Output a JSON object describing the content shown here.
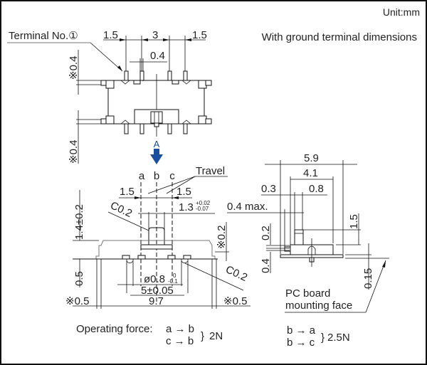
{
  "header": {
    "unit": "Unit:mm",
    "subtitle": "With ground terminal dimensions"
  },
  "top_view": {
    "terminal_label": "Terminal No.①",
    "dims": {
      "left_pitch": "1.5",
      "center_pitch": "3",
      "right_pitch": "1.5",
      "terminal_width": "0.4",
      "top_offset": "※0.4",
      "bottom_offset": "※0.4"
    }
  },
  "view_arrow": {
    "label": "A",
    "color": "#1a4fa0"
  },
  "front_view": {
    "positions": [
      "a",
      "b",
      "c"
    ],
    "travel_label": "Travel",
    "dims": {
      "travel_left": "1.5",
      "travel_right": "1.5",
      "knob_width": "1.3",
      "knob_tol_upper": "+0.02",
      "knob_tol_lower": "-0.07",
      "chamfer_top": "C0.2",
      "knob_height": "1.4±0.2",
      "side_height": "※0.2",
      "base_height": "0.5",
      "pin_dia": "ø0.8",
      "pin_tol_upper": "0",
      "pin_tol_lower": "-0.1",
      "pin_pitch": "5±0.05",
      "body_width": "9.7",
      "chamfer_bottom": "C0.2",
      "left_margin": "※0.5",
      "right_margin": "※0.5"
    }
  },
  "side_view": {
    "dims": {
      "overall": "5.9",
      "inner": "4.1",
      "left_a": "0.3",
      "left_b": "0.8",
      "max_label": "0.4 max.",
      "height_top": "0.2",
      "height_bottom": "0.4",
      "knob_height": "1.5",
      "standoff": "0.15"
    },
    "pcb_label_line1": "PC board",
    "pcb_label_line2": "mounting face"
  },
  "operating_force": {
    "label": "Operating force:",
    "group1": {
      "lines": [
        "a → b",
        "c → b"
      ],
      "value": "2N"
    },
    "group2": {
      "lines": [
        "b → a",
        "b → c"
      ],
      "value": "2.5N"
    }
  }
}
